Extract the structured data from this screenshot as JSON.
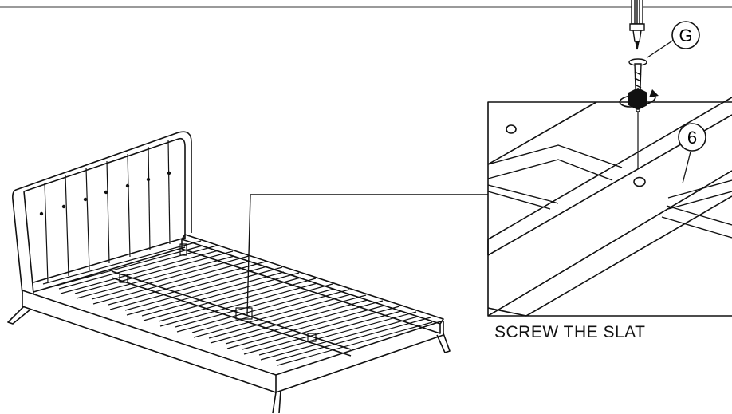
{
  "caption": "SCREW THE SLAT",
  "callouts": {
    "screw": "G",
    "rail": "6"
  },
  "colors": {
    "ink": "#111111",
    "top_rule": "#9a9a9a",
    "background": "#ffffff"
  }
}
